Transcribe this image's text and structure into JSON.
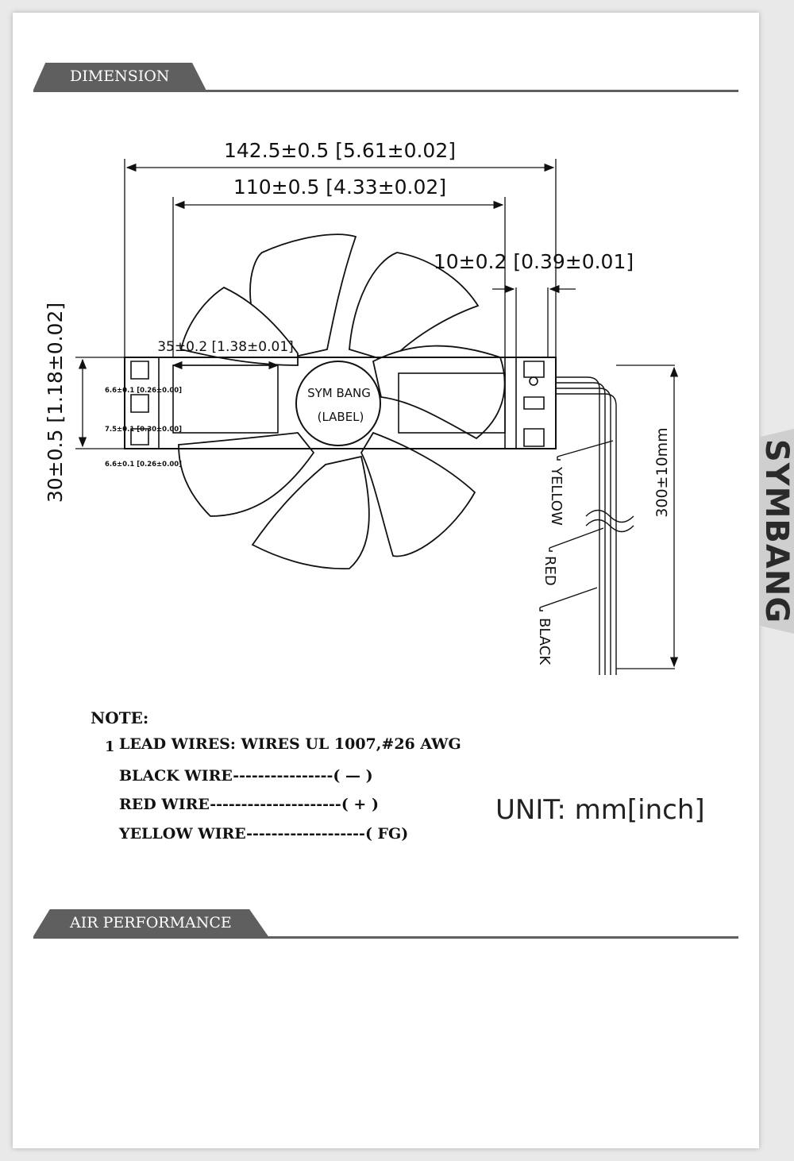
{
  "sections": {
    "dimension": "DIMENSION",
    "air_performance": "AIR PERFORMANCE"
  },
  "brand": "SYMBANG",
  "drawing": {
    "overall_width": "142.5±0.5 [5.61±0.02]",
    "frame_width": "110±0.5 [4.33±0.02]",
    "connector_width": "10±0.2 [0.39±0.01]",
    "frame_depth": "35±0.2 [1.38±0.01]",
    "height": "30±0.5 [1.18±0.02]",
    "small_dim_1": "6.6±0.1 [0.26±0.00]",
    "small_dim_2": "7.5±0.1 [0.30±0.00]",
    "small_dim_3": "6.6±0.1 [0.26±0.00]",
    "hub_label_1": "SYM BANG",
    "hub_label_2": "(LABEL)",
    "wire_length": "300±10mm",
    "wires": [
      "YELLOW",
      "RED",
      "BLACK"
    ]
  },
  "notes": {
    "title": "NOTE:",
    "item_number": "1",
    "lead_wires": "LEAD WIRES: WIRES UL 1007,#26 AWG",
    "black_wire": "BLACK WIRE----------------( — )",
    "red_wire": "RED WIRE---------------------( + )",
    "yellow_wire": "YELLOW WIRE-------------------( FG)"
  },
  "unit": "UNIT: mm[inch]"
}
